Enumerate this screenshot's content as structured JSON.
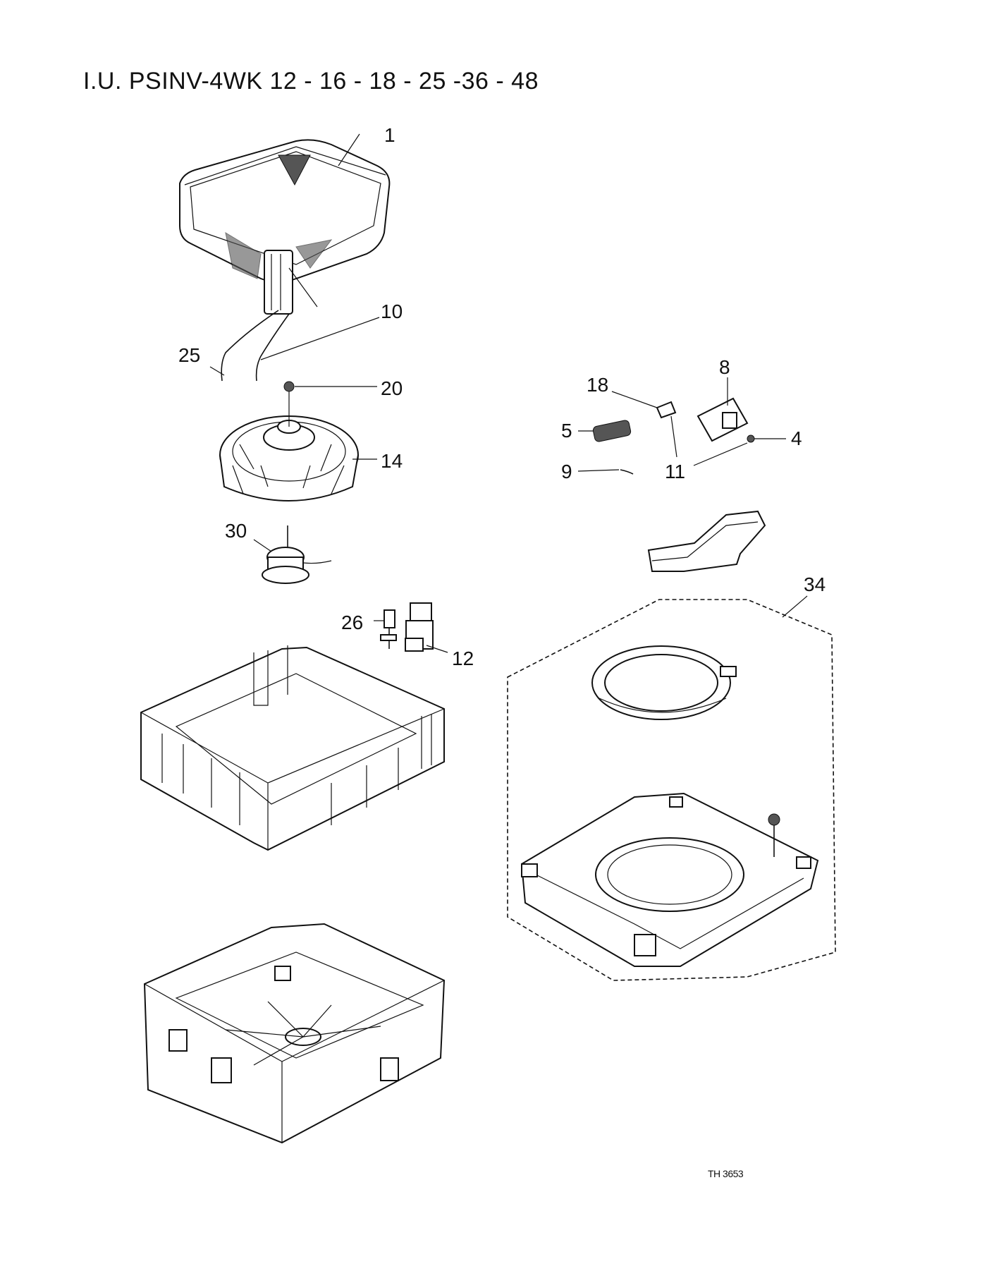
{
  "title": "I.U. PSINV-4WK 12 - 16 - 18 - 25 -36 - 48",
  "callouts": {
    "c1": "1",
    "c10": "10",
    "c25": "25",
    "c20": "20",
    "c14": "14",
    "c30": "30",
    "c26": "26",
    "c12": "12",
    "c18": "18",
    "c8": "8",
    "c5": "5",
    "c4": "4",
    "c9": "9",
    "c11": "11",
    "c34": "34"
  },
  "drawing_code": "TH 3653"
}
